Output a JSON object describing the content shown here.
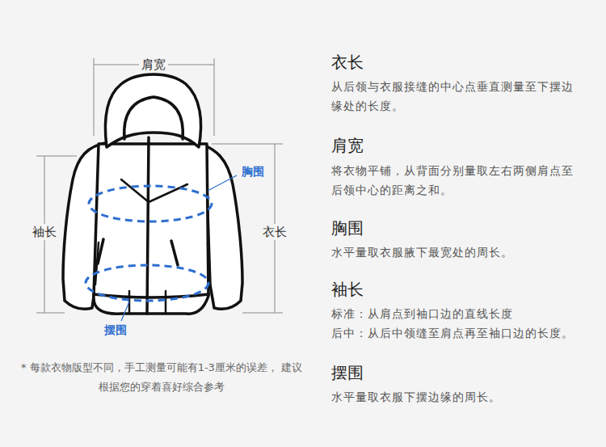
{
  "diagram": {
    "labels": [
      "肩宽",
      "胸围",
      "袖长",
      "衣长",
      "摆围",
      "* 每款衣物版型不同，手工测量可能有1-3厘米的误差， 建议根据您的穿着喜好综合参考",
      "衣长",
      "从后领与衣服接缝的中心点垂直测量至下摆边缘处的长度。",
      "肩宽",
      "将衣物平铺，从背面分别量取左右两侧肩点至后领中心的距离之和。",
      "胸围",
      "水平量取衣服腋下最宽处的周长。",
      "袖长",
      "标准：从肩点到袖口边的直线长度",
      "后中：从后中领缝至肩点再至袖口边的长度。",
      "摆围",
      "水平量取衣服下摆边缘的周长。"
    ]
  }
}
